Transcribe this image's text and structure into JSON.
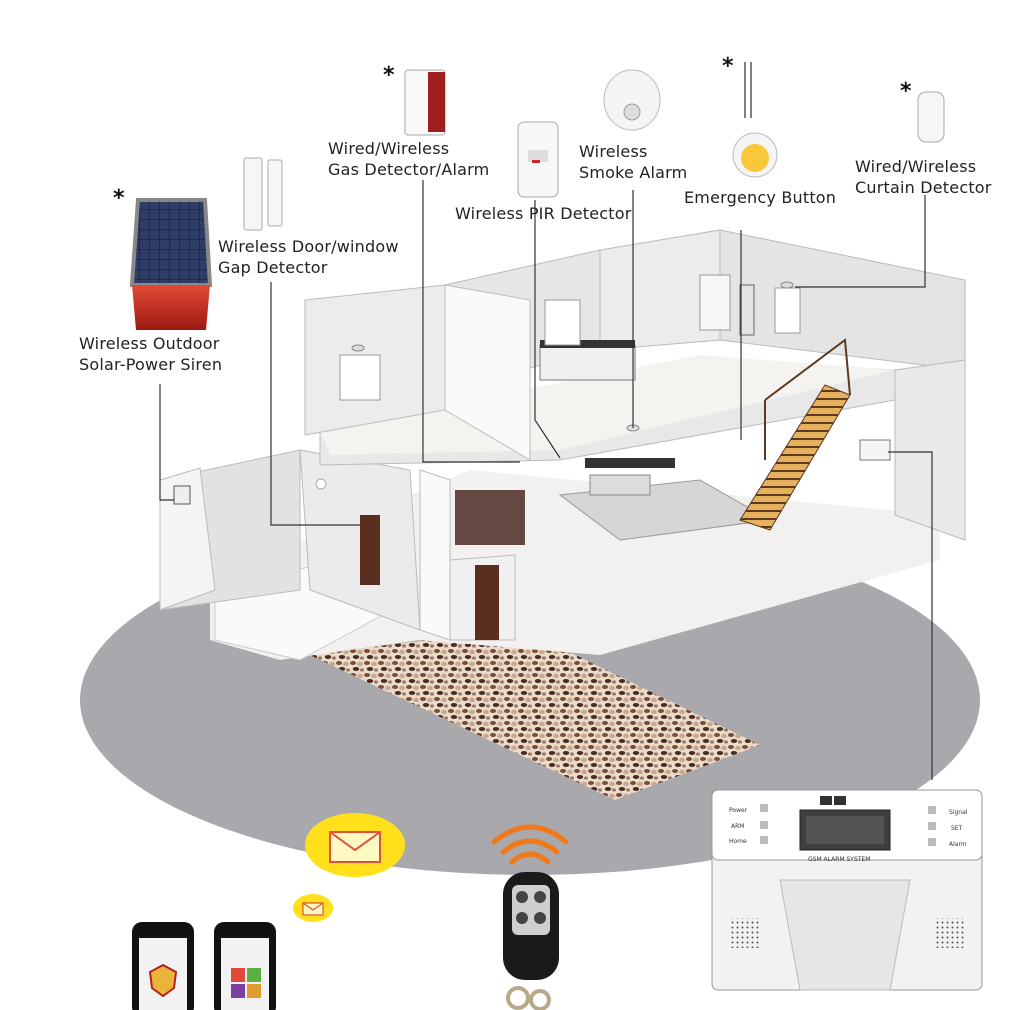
{
  "labels": {
    "siren_l1": "Wireless  Outdoor",
    "siren_l2": "Solar-Power Siren",
    "door_l1": "Wireless  Door/window",
    "door_l2": "Gap Detector",
    "gas_l1": "Wired/Wireless",
    "gas_l2": "Gas Detector/Alarm",
    "pir": "Wireless PIR Detector",
    "smoke_l1": "Wireless",
    "smoke_l2": "Smoke Alarm",
    "emergency": "Emergency Button",
    "curtain_l1": "Wired/Wireless",
    "curtain_l2": "Curtain Detector"
  },
  "star": "*",
  "panel": {
    "power": "Power",
    "arm": "ARM",
    "home": "Home",
    "signal": "Signal",
    "set": "SET",
    "alarm": "Alarm",
    "title": "GSM ALARM SYSTEM"
  },
  "icons": [
    "envelope-icon",
    "signal-wave-icon",
    "phone-icon",
    "remote-key-icon",
    "solar-siren-icon",
    "smoke-alarm-icon"
  ],
  "colors": {
    "ground": "#a9a9ad",
    "wall": "#eeeeee",
    "floor": "#f3f1ef",
    "siren_red": "#c8281e",
    "envelope_yellow": "#ffe01a",
    "envelope_stroke": "#e0503a",
    "wave_orange": "#f07818",
    "door_brown": "#5a2e20"
  }
}
